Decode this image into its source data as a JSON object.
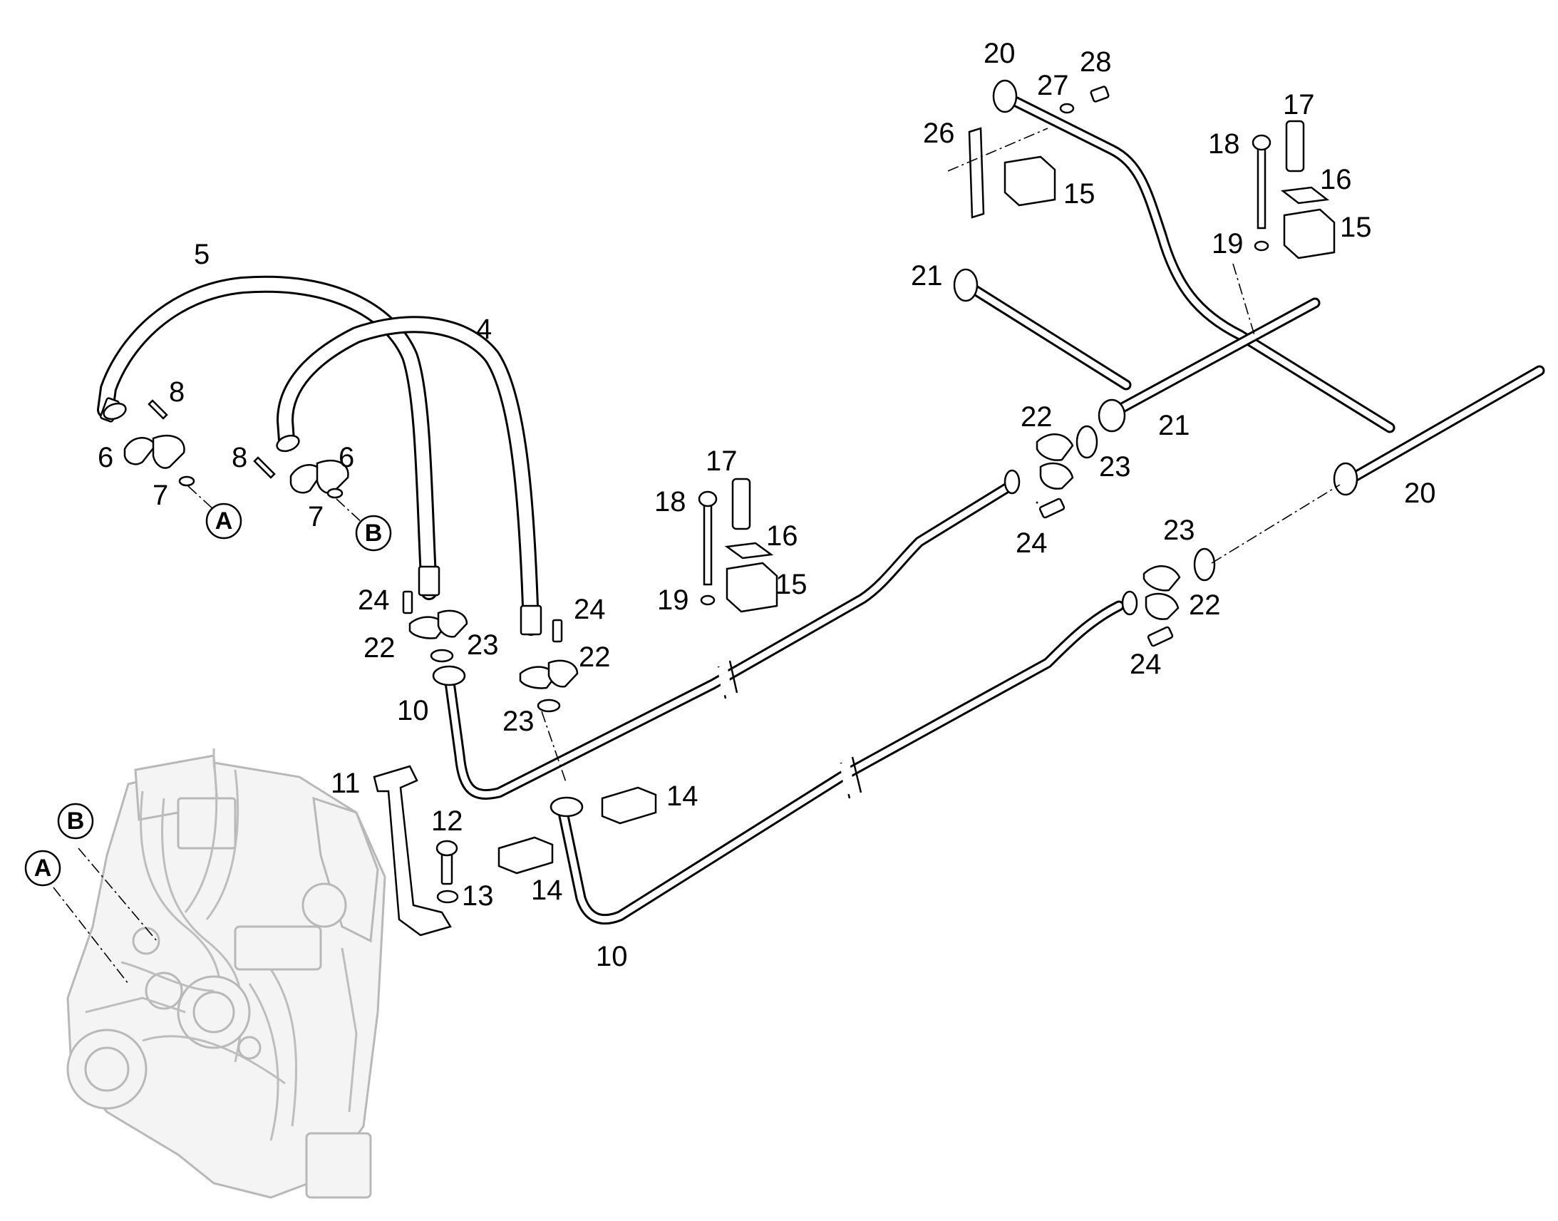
{
  "diagram": {
    "callouts": {
      "c_20_top": "20",
      "c_28": "28",
      "c_27": "27",
      "c_26": "26",
      "c_15_top": "15",
      "c_17_right": "17",
      "c_18_right": "18",
      "c_16_right": "16",
      "c_15_right": "15",
      "c_19_right": "19",
      "c_21_top": "21",
      "c_5": "5",
      "c_4": "4",
      "c_8_left": "8",
      "c_6_left": "6",
      "c_7_left": "7",
      "c_8_mid": "8",
      "c_6_mid": "6",
      "c_7_mid": "7",
      "c_22_upper": "22",
      "c_23_upper": "23",
      "c_21_right": "21",
      "c_24_upper": "24",
      "c_20_right": "20",
      "c_17_mid": "17",
      "c_18_mid": "18",
      "c_16_mid": "16",
      "c_15_mid": "15",
      "c_19_mid": "19",
      "c_23_lower": "23",
      "c_22_lower": "22",
      "c_24_lower": "24",
      "c_24_left": "24",
      "c_22_left": "22",
      "c_23_left": "23",
      "c_24_center": "24",
      "c_22_center": "22",
      "c_23_center": "23",
      "c_10_upper": "10",
      "c_11": "11",
      "c_12": "12",
      "c_13": "13",
      "c_14_right": "14",
      "c_14_left": "14",
      "c_10_lower": "10"
    },
    "connectors": {
      "a_hose": "A",
      "b_hose": "B",
      "a_engine": "A",
      "b_engine": "B"
    }
  }
}
